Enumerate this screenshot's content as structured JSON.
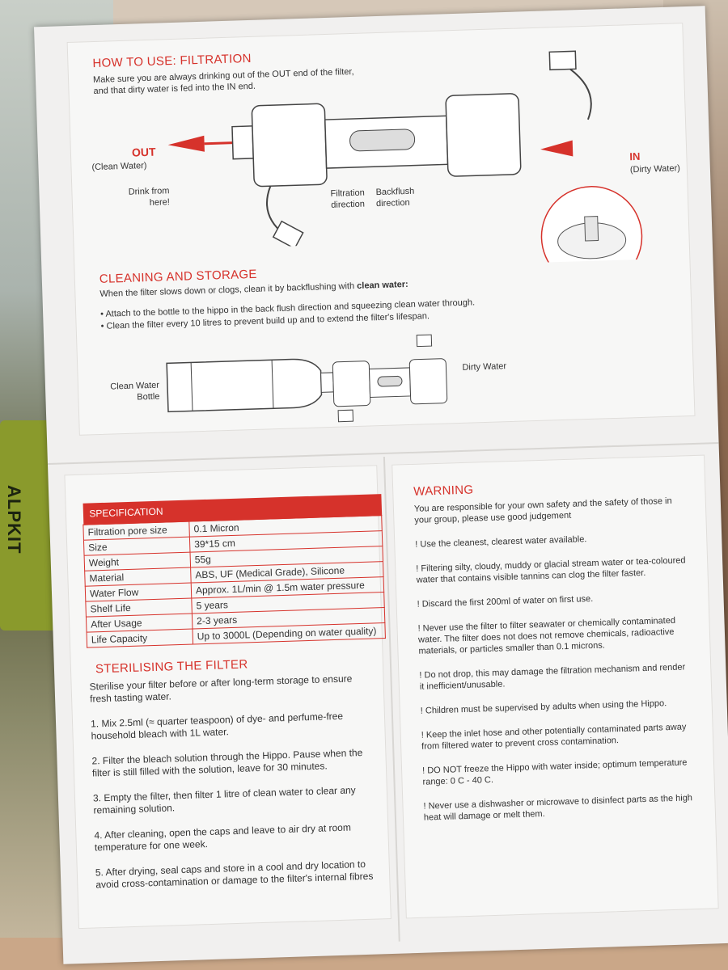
{
  "filtration": {
    "title": "HOW TO USE:  FILTRATION",
    "intro": "Make sure you are always drinking out of the OUT end of the filter, and that dirty water is fed into the IN end.",
    "out_label": "OUT",
    "out_sub": "(Clean Water)",
    "drink": "Drink from here!",
    "filtration_dir": "Filtration direction",
    "backflush_dir": "Backflush direction",
    "in_label": "IN",
    "in_sub": "(Dirty Water)"
  },
  "cleaning": {
    "title": "CLEANING AND STORAGE",
    "intro": "When the filter slows down or clogs, clean it by backflushing with",
    "intro_bold": "clean water:",
    "bullet1": "• Attach to the bottle to the hippo in the back flush direction and squeezing clean water through.",
    "bullet2": "• Clean the filter every 10 litres to prevent build up and to extend the filter's lifespan.",
    "clean_bottle": "Clean Water Bottle",
    "dirty_water": "Dirty Water"
  },
  "spec": {
    "header": "SPECIFICATION",
    "rows": [
      {
        "k": "Filtration pore size",
        "v": "0.1 Micron"
      },
      {
        "k": "Size",
        "v": "39*15 cm"
      },
      {
        "k": "Weight",
        "v": "55g"
      },
      {
        "k": "Material",
        "v": "ABS, UF (Medical Grade), Silicone"
      },
      {
        "k": "Water Flow",
        "v": "Approx. 1L/min @ 1.5m water pressure"
      },
      {
        "k": "Shelf Life",
        "v": "5 years"
      },
      {
        "k": "After Usage",
        "v": "2-3 years"
      },
      {
        "k": "Life Capacity",
        "v": "Up to 3000L (Depending on water quality)"
      }
    ]
  },
  "sterilising": {
    "title": "STERILISING THE FILTER",
    "intro": "Sterilise your filter before or after long-term storage to ensure fresh tasting water.",
    "steps": [
      "1. Mix 2.5ml (≈ quarter teaspoon) of dye- and perfume-free household bleach with 1L water.",
      "2. Filter the bleach solution through the Hippo. Pause when the filter is still filled with the solution, leave for 30 minutes.",
      "3. Empty the filter, then filter 1 litre of clean water to clear any remaining solution.",
      "4. After cleaning, open the caps and leave to air dry at room temperature for one week.",
      "5. After drying, seal caps and store in a cool and dry location to avoid cross-contamination or damage to the filter's internal fibres"
    ]
  },
  "warning": {
    "title": "WARNING",
    "intro": "You are responsible for your own safety and the safety of those in your group, please use good judgement",
    "items": [
      "! Use the cleanest, clearest water available.",
      "! Filtering silty, cloudy, muddy or glacial stream water or tea-coloured water that contains visible tannins can clog the filter faster.",
      "! Discard the first 200ml of water on first use.",
      "! Never use the filter to filter seawater or chemically contaminated water. The filter does not does not remove chemicals, radioactive materials, or particles smaller than 0.1 microns.",
      "! Do not drop, this may damage the filtration mechanism and render it inefficient/unusable.",
      "! Children must be supervised by adults when using the Hippo.",
      "! Keep the inlet hose and other potentially contaminated parts away from filtered water to prevent cross contamination.",
      "! DO NOT freeze the Hippo with water inside; optimum temperature range: 0 C - 40 C.",
      "! Never use a dishwasher or microwave to disinfect parts as the high heat will damage or melt them."
    ]
  },
  "bottle_brand": "ALPKIT",
  "colors": {
    "accent": "#d6322b",
    "paper": "#f1f0ef"
  }
}
